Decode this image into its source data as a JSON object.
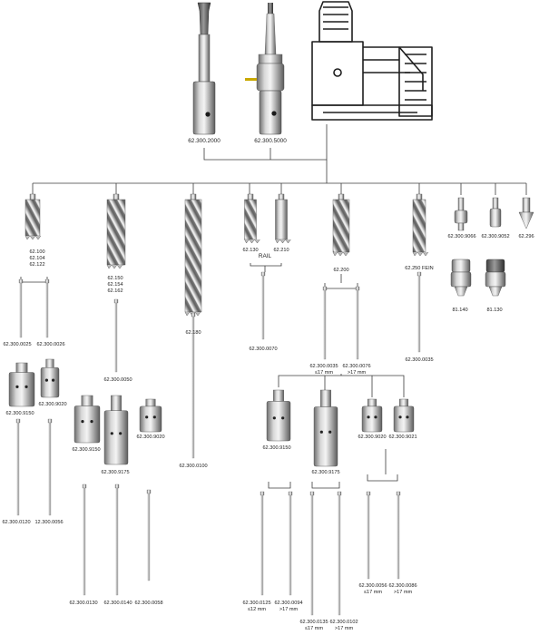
{
  "colors": {
    "line": "#3c3c3c",
    "metal_dark": "#6e6e6e",
    "metal_mid": "#b9b9b9",
    "metal_light": "#efefef",
    "machine": "#1e1e1e"
  },
  "top": {
    "shank_mt": "62.300.2000",
    "shank_arbor": "62.300.5000",
    "machine_icon": "magnetic-drill-machine-icon"
  },
  "cutters": {
    "c1": [
      "62.100",
      "62.104",
      "62.122"
    ],
    "c2": [
      "62.150",
      "62.154",
      "62.162"
    ],
    "c3": "62.180",
    "c4a": "62.130",
    "c4b": "62.210",
    "rail": "RAIL",
    "c5": "62.200",
    "c6": "62.250 FEIN",
    "a1": "62.300.9066",
    "a2": "62.300.9052",
    "a3": "62.296",
    "chuck1": "81.140",
    "chuck2": "81.130"
  },
  "pins": {
    "p_c1a": "62.300.0025",
    "p_c1b": "62.300.0026",
    "p_c2": "62.300.0050",
    "p_c3": "62.300.0100",
    "p_c4": "62.300.0070",
    "p_c5a": "62.300.0035",
    "p_c5a_note": "≤17 mm",
    "p_c5b": "62.300.0076",
    "p_c5b_note": ">17 mm",
    "p_c6": "62.300.0035"
  },
  "adapters": {
    "ad_c1a": "62.300.9150",
    "ad_c1b": "62.300.9020",
    "ad_c2a": "62.300.9150",
    "ad_c2b": "62.300.9175",
    "ad_c2c": "62.300.9020",
    "ad_c5a": "62.300.9150",
    "ad_c5b": "62.300.9175",
    "ad_c5c": "62.300.9020",
    "ad_c5d": "62.300.9021"
  },
  "adapter_pins": {
    "ap1": "62.300.0120",
    "ap2": "12.300.0056",
    "ap3": "62.300.0130",
    "ap4": "62.300.0140",
    "ap5": "62.300.0058",
    "ap6": "62.300.0125",
    "ap6_note": "≤12 mm",
    "ap7": "62.300.0094",
    "ap7_note": ">17 mm",
    "ap8": "62.300.0135",
    "ap8_note": "≤17 mm",
    "ap9": "62.300.0102",
    "ap9_note": ">17 mm",
    "ap10": "62.300.0056",
    "ap10_note": "≤17 mm",
    "ap11": "62.300.0086",
    "ap11_note": ">17 mm"
  }
}
